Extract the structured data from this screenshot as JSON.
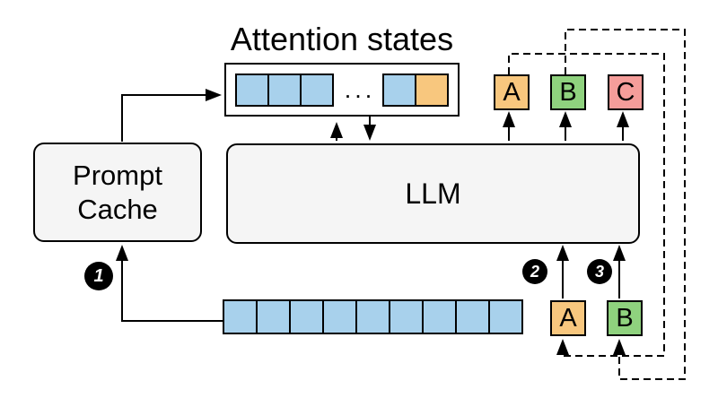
{
  "colors": {
    "background": "#FFFFFF",
    "stroke": "#000000",
    "box_fill": "#F5F5F5",
    "token_blue": "#A8D1EC",
    "token_orange": "#F8C77E",
    "token_green": "#8FD27E",
    "token_red": "#F59D9A",
    "badge_bg": "#000000",
    "badge_text": "#FFFFFF"
  },
  "title": {
    "label": "Attention states"
  },
  "prompt_cache": {
    "line1": "Prompt",
    "line2": "Cache"
  },
  "llm": {
    "label": "LLM"
  },
  "attention_row": {
    "left_blue_count": 3,
    "left_color": "blue",
    "ellipsis": "...",
    "right_tokens": [
      {
        "color": "blue"
      },
      {
        "color": "orange"
      }
    ]
  },
  "prompt_tokens": {
    "count": 9,
    "color": "blue"
  },
  "output_tokens": [
    {
      "label": "A",
      "color": "orange"
    },
    {
      "label": "B",
      "color": "green"
    },
    {
      "label": "C",
      "color": "red"
    }
  ],
  "input_tokens": [
    {
      "label": "A",
      "color": "orange"
    },
    {
      "label": "B",
      "color": "green"
    }
  ],
  "steps": [
    {
      "label": "1"
    },
    {
      "label": "2"
    },
    {
      "label": "3"
    }
  ]
}
